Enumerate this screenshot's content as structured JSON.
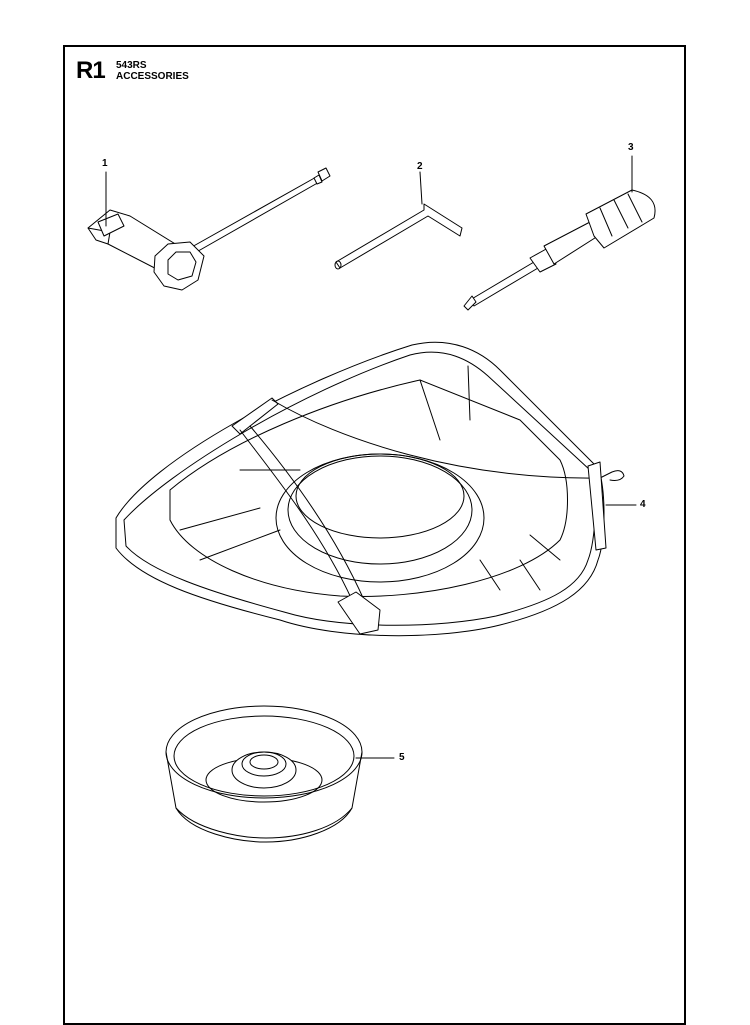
{
  "header": {
    "code": "R1",
    "model": "543RS",
    "title": "ACCESSORIES"
  },
  "callouts": [
    {
      "label": "1",
      "part": "spark-plug-wrench"
    },
    {
      "label": "2",
      "part": "hex-key"
    },
    {
      "label": "3",
      "part": "screwdriver"
    },
    {
      "label": "4",
      "part": "blade-guard"
    },
    {
      "label": "5",
      "part": "support-cup"
    }
  ],
  "colors": {
    "line": "#000000",
    "background": "#ffffff"
  }
}
